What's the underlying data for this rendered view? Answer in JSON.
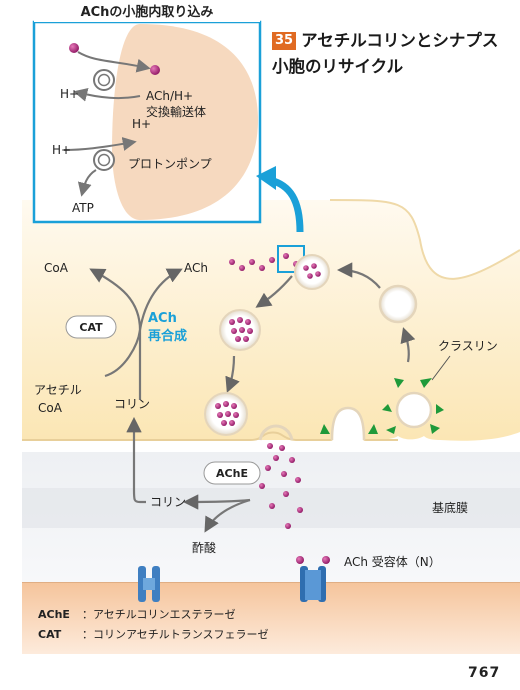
{
  "title": {
    "badge": "35",
    "line1": "アセチルコリンとシナプス",
    "line2": "小胞のリサイクル"
  },
  "inset": {
    "heading": "AChの小胞内取り込み",
    "hplus1": "H+",
    "hplus2": "H+",
    "hplus3": "H+",
    "transporter_label_1": "ACh/H+",
    "transporter_label_2": "交換輸送体",
    "pump_label": "プロトンポンプ",
    "atp": "ATP"
  },
  "terminal": {
    "coa": "CoA",
    "ach": "ACh",
    "cat_badge": "CAT",
    "resynth_1": "ACh",
    "resynth_2": "再合成",
    "acetyl_coa_1": "アセチル",
    "acetyl_coa_2": "CoA",
    "choline_up": "コリン",
    "clathrin": "クラスリン"
  },
  "cleft": {
    "ache_badge": "AChE",
    "choline": "コリン",
    "acetate": "酢酸",
    "basement_membrane": "基底膜",
    "receptor": "ACh 受容体（N）"
  },
  "legend": [
    {
      "abbr": "AChE",
      "text": "：アセチルコリンエステラーゼ"
    },
    {
      "abbr": "CAT",
      "text": "：コリンアセチルトランスフェラーゼ"
    }
  ],
  "page_number": "767",
  "colors": {
    "accent_blue": "#1aa0d8",
    "ach_magenta": "#b3277d",
    "clathrin_green": "#1f9a3a",
    "terminal_fill": "#fdf0cf",
    "muscle_fill": "#f6c9a3"
  }
}
